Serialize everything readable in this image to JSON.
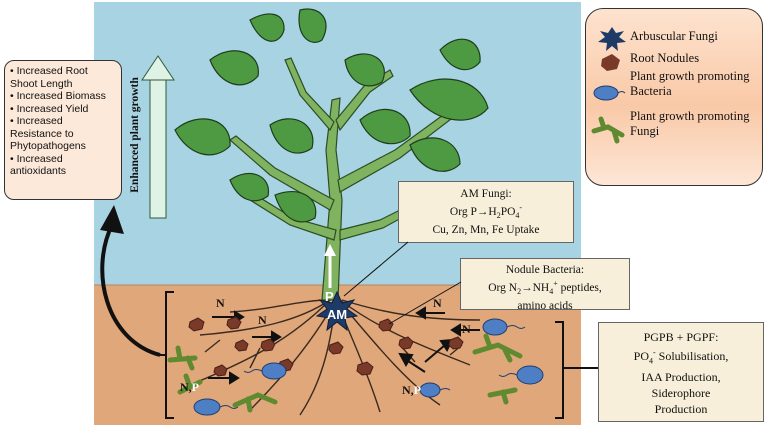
{
  "benefits": {
    "items": [
      "• Increased Root Shoot Length",
      "• Increased Biomass",
      "• Increased Yield",
      "• Increased Resistance to Phytopathogens",
      "• Increased antioxidants"
    ]
  },
  "growth_arrow_label": "Enhanced plant growth",
  "legend": {
    "items": [
      {
        "icon": "arbuscular-fungi-icon",
        "label": "Arbuscular Fungi"
      },
      {
        "icon": "root-nodule-icon",
        "label": "Root Nodules"
      },
      {
        "icon": "bacteria-icon",
        "label": "Plant growth promoting Bacteria"
      },
      {
        "icon": "fungi-icon",
        "label": "Plant growth promoting Fungi"
      }
    ]
  },
  "am_fungi_note": {
    "title": "AM Fungi:",
    "line2_prefix": "Org P→H",
    "line2_sub1": "2",
    "line2_mid": "PO",
    "line2_sub2": "4",
    "line2_sup": "-",
    "line3": "Cu, Zn, Mn, Fe Uptake"
  },
  "nodule_note": {
    "title": "Nodule Bacteria:",
    "line2_prefix": "Org N",
    "line2_sub1": "2",
    "line2_mid": "→NH",
    "line2_sub2": "4",
    "line2_sup": "+",
    "line2_suffix": " peptides,",
    "line3": "amino acids"
  },
  "pgpb_note": {
    "title": "PGPB + PGPF:",
    "line2_prefix": "PO",
    "line2_sub": "4",
    "line2_sup": "-",
    "line2_suffix": " Solubilisation,",
    "line3": "IAA Production,",
    "line4": "Siderophore",
    "line5": "Production"
  },
  "soil_labels": {
    "n": "N",
    "np_n": "N,",
    "np_p": "P",
    "am": "AM",
    "stem_p": "P"
  },
  "colors": {
    "sky": "#a7d3e3",
    "soil": "#e0a77a",
    "leaf": "#4d9a43",
    "stem": "#7fb360",
    "nodule": "#7a3a2a",
    "bacteria": "#4e7fc4",
    "fungi": "#5f8a2f",
    "am_star": "#1e3a66"
  }
}
